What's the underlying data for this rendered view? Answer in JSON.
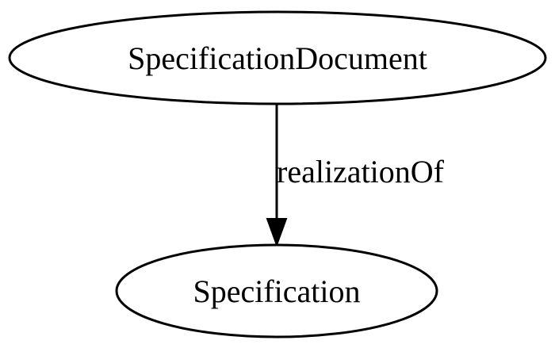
{
  "graph": {
    "nodes": [
      {
        "id": "specification-document",
        "label": "SpecificationDocument"
      },
      {
        "id": "specification",
        "label": "Specification"
      }
    ],
    "edges": [
      {
        "from": "specification-document",
        "to": "specification",
        "label": "realizationOf"
      }
    ]
  },
  "colors": {
    "stroke": "#000000",
    "fill": "#ffffff",
    "background": "#ffffff"
  }
}
